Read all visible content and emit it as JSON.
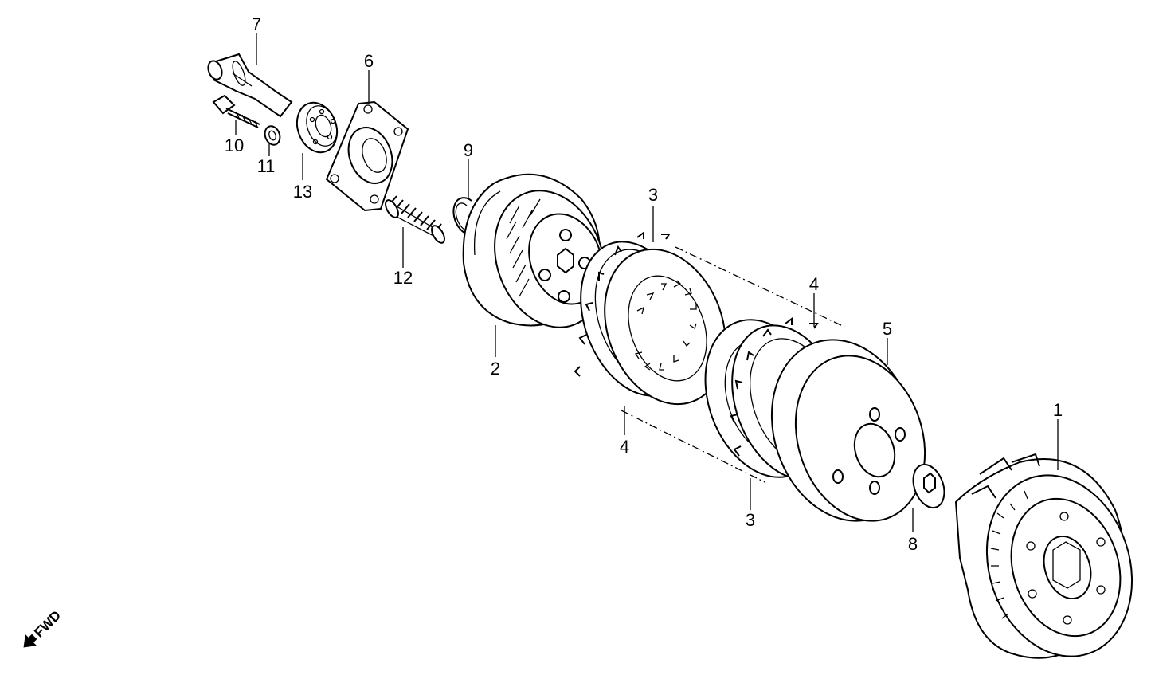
{
  "callouts": [
    {
      "id": "7",
      "text": "7"
    },
    {
      "id": "6",
      "text": "6"
    },
    {
      "id": "10",
      "text": "10"
    },
    {
      "id": "11",
      "text": "11"
    },
    {
      "id": "13",
      "text": "13"
    },
    {
      "id": "9",
      "text": "9"
    },
    {
      "id": "12",
      "text": "12"
    },
    {
      "id": "2",
      "text": "2"
    },
    {
      "id": "3a",
      "text": "3"
    },
    {
      "id": "4a",
      "text": "4"
    },
    {
      "id": "4b",
      "text": "4"
    },
    {
      "id": "5",
      "text": "5"
    },
    {
      "id": "3b",
      "text": "3"
    },
    {
      "id": "8",
      "text": "8"
    },
    {
      "id": "1",
      "text": "1"
    }
  ],
  "direction": {
    "text": "FWD",
    "icon": "fwd-arrow-icon"
  }
}
